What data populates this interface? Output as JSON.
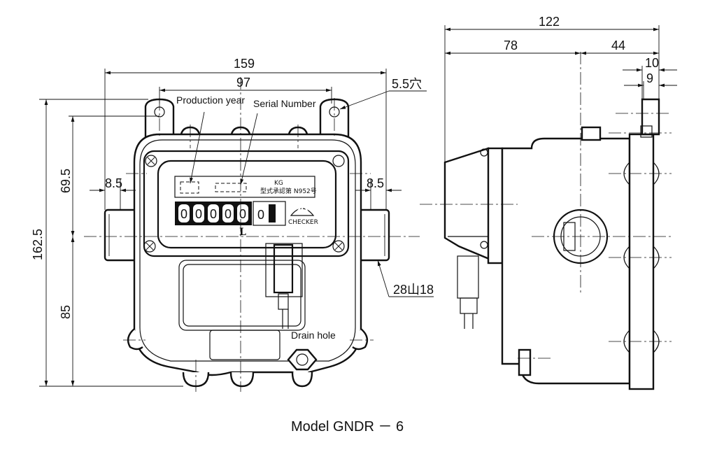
{
  "dimensions": {
    "total_height": "162.5",
    "upper_height": "69.5",
    "lower_height": "85",
    "total_width": "159",
    "hole_pitch": "97",
    "left_offset": "8.5",
    "right_offset": "8.5",
    "side_depth": "122",
    "side_body": "78",
    "side_front": "44",
    "flange_outer": "10",
    "flange_inner": "9"
  },
  "labels": {
    "hole": "5.5穴",
    "production_year": "Production year",
    "serial_number": "Serial Number",
    "thread": "28山18",
    "drain_hole": "Drain hole",
    "unit": "L",
    "approval": "型式承認第  N952号",
    "brand": "CHECKER",
    "logo": "KG"
  },
  "counter": {
    "main_digits": [
      "0",
      "0",
      "0",
      "0",
      "0"
    ],
    "decimal_digit": "0"
  },
  "caption": "Model GNDR － 6"
}
